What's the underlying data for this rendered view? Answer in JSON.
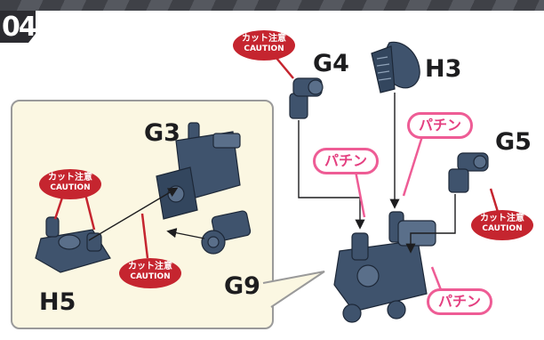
{
  "step_number": "04",
  "parts": {
    "g4": "G4",
    "h3": "H3",
    "g5": "G5",
    "g3": "G3",
    "g9": "G9",
    "h5": "H5"
  },
  "caution": {
    "jp": "カット注意",
    "en": "CAUTION"
  },
  "snap_label": "パチン",
  "colors": {
    "part_blue": "#3f536d",
    "caution_red": "#c5252f",
    "snap_pink": "#ee5c95",
    "panel_cream": "#fbf7e2"
  }
}
